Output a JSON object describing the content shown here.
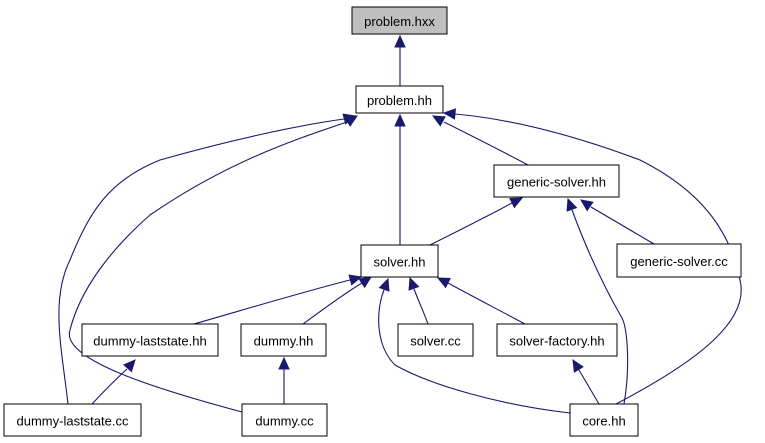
{
  "graph": {
    "colors": {
      "edge": "#191970",
      "node_fill": "#ffffff",
      "highlighted_fill": "#bfbfbf",
      "border": "#000000"
    },
    "nodes": [
      {
        "id": "problem-hxx",
        "label": "problem.hxx",
        "highlighted": true
      },
      {
        "id": "problem-hh",
        "label": "problem.hh",
        "highlighted": false
      },
      {
        "id": "generic-solver-hh",
        "label": "generic-solver.hh",
        "highlighted": false
      },
      {
        "id": "generic-solver-cc",
        "label": "generic-solver.cc",
        "highlighted": false
      },
      {
        "id": "solver-hh",
        "label": "solver.hh",
        "highlighted": false
      },
      {
        "id": "dummy-laststate-hh",
        "label": "dummy-laststate.hh",
        "highlighted": false
      },
      {
        "id": "dummy-hh",
        "label": "dummy.hh",
        "highlighted": false
      },
      {
        "id": "solver-cc",
        "label": "solver.cc",
        "highlighted": false
      },
      {
        "id": "solver-factory-hh",
        "label": "solver-factory.hh",
        "highlighted": false
      },
      {
        "id": "dummy-laststate-cc",
        "label": "dummy-laststate.cc",
        "highlighted": false
      },
      {
        "id": "dummy-cc",
        "label": "dummy.cc",
        "highlighted": false
      },
      {
        "id": "core-hh",
        "label": "core.hh",
        "highlighted": false
      }
    ],
    "edges": [
      {
        "from": "problem-hh",
        "to": "problem-hxx"
      },
      {
        "from": "generic-solver-hh",
        "to": "problem-hh"
      },
      {
        "from": "solver-hh",
        "to": "problem-hh"
      },
      {
        "from": "dummy-laststate-cc",
        "to": "problem-hh"
      },
      {
        "from": "dummy-cc",
        "to": "problem-hh"
      },
      {
        "from": "core-hh",
        "to": "problem-hh"
      },
      {
        "from": "solver-hh",
        "to": "generic-solver-hh"
      },
      {
        "from": "generic-solver-cc",
        "to": "generic-solver-hh"
      },
      {
        "from": "core-hh",
        "to": "generic-solver-hh"
      },
      {
        "from": "dummy-laststate-hh",
        "to": "solver-hh"
      },
      {
        "from": "dummy-hh",
        "to": "solver-hh"
      },
      {
        "from": "solver-cc",
        "to": "solver-hh"
      },
      {
        "from": "solver-factory-hh",
        "to": "solver-hh"
      },
      {
        "from": "core-hh",
        "to": "solver-hh"
      },
      {
        "from": "dummy-laststate-cc",
        "to": "dummy-laststate-hh"
      },
      {
        "from": "dummy-cc",
        "to": "dummy-hh"
      },
      {
        "from": "core-hh",
        "to": "solver-factory-hh"
      }
    ]
  }
}
